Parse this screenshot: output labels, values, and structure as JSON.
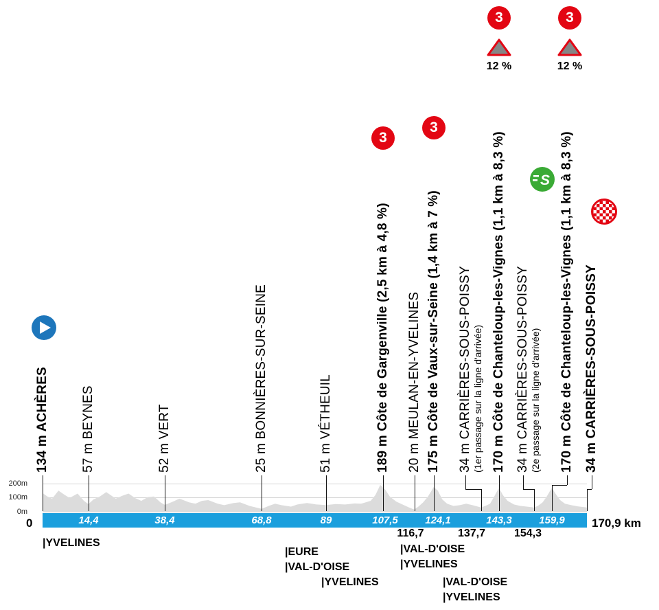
{
  "colors": {
    "bar_blue": "#1b9fdd",
    "badge_red": "#e30613",
    "sprint_green": "#3aaa35",
    "start_blue": "#1d76bb",
    "profile_gray": "#dcdcdc"
  },
  "axis": {
    "y_tick_labels": [
      "200m",
      "100m",
      "0m"
    ],
    "start_label": "0",
    "total_distance_label": "170,9 km"
  },
  "icons": {
    "start": "play-circle-icon",
    "sprint": "sprint-s-icon",
    "finish": "checkered-circle-icon",
    "climb_warning": "steep-gradient-triangle-icon",
    "category_badge": "category-3-badge"
  },
  "regions": [
    "|YVELINES",
    "|EURE",
    "|VAL-D'OISE",
    "|YVELINES",
    "|VAL-D'OISE",
    "|YVELINES",
    "|VAL-D'OISE",
    "|YVELINES"
  ],
  "chart_data": {
    "type": "area",
    "xlabel": "km",
    "ylabel": "m",
    "xlim": [
      0,
      170.9
    ],
    "ylim": [
      0,
      200
    ],
    "grid": "horizontal-light",
    "bar_distance_labels": [
      "14,4",
      "38,4",
      "68,8",
      "89",
      "107,5",
      "124,1",
      "143,3",
      "159,9"
    ],
    "below_distance_labels": [
      "116,7",
      "137,7",
      "154,3"
    ],
    "waypoints": [
      {
        "km": 0,
        "altitude_m": 134,
        "type": "start",
        "label": "134 m ACHÈRES"
      },
      {
        "km": 14.4,
        "altitude_m": 57,
        "type": "town",
        "label": "57 m BEYNES"
      },
      {
        "km": 38.4,
        "altitude_m": 52,
        "type": "town",
        "label": "52 m VERT"
      },
      {
        "km": 68.8,
        "altitude_m": 25,
        "type": "town",
        "label": "25 m BONNIÈRES-SUR-SEINE"
      },
      {
        "km": 89,
        "altitude_m": 51,
        "type": "town",
        "label": "51 m VÉTHEUIL"
      },
      {
        "km": 107.5,
        "altitude_m": 189,
        "type": "climb-cat3",
        "category": "3",
        "label": "189 m Côte de Gargenville (2,5 km à 4,8 %)"
      },
      {
        "km": 116.7,
        "altitude_m": 20,
        "type": "town",
        "label": "20 m MEULAN-EN-YVELINES"
      },
      {
        "km": 124.1,
        "altitude_m": 175,
        "type": "climb-cat3",
        "category": "3",
        "label": "175 m Côte de Vaux-sur-Seine (1,4 km à 7 %)"
      },
      {
        "km": 137.7,
        "altitude_m": 34,
        "type": "passage",
        "label": "34 m CARRIÈRES-SOUS-POISSY",
        "sub": "(1er passage sur la ligne d'arrivée)"
      },
      {
        "km": 143.3,
        "altitude_m": 170,
        "type": "climb-cat3",
        "category": "3",
        "gradient": "12 %",
        "label": "170 m Côte de Chanteloup-les-Vignes (1,1 km à 8,3 %)"
      },
      {
        "km": 154.3,
        "altitude_m": 34,
        "type": "passage",
        "label": "34 m CARRIÈRES-SOUS-POISSY",
        "sub": "(2e passage sur la ligne d'arrivée)"
      },
      {
        "km": 159.9,
        "altitude_m": 170,
        "type": "climb-cat3",
        "category": "3",
        "gradient": "12 %",
        "label": "170 m Côte de Chanteloup-les-Vignes (1,1 km à 8,3 %)"
      },
      {
        "km": 170.9,
        "altitude_m": 34,
        "type": "finish",
        "label": "34 m CARRIÈRES-SOUS-POISSY"
      }
    ],
    "profile_km_elevation": [
      [
        0,
        134
      ],
      [
        1.5,
        110
      ],
      [
        3,
        95
      ],
      [
        5,
        150
      ],
      [
        7,
        120
      ],
      [
        8.5,
        100
      ],
      [
        11,
        130
      ],
      [
        13,
        80
      ],
      [
        14.4,
        57
      ],
      [
        16,
        90
      ],
      [
        18,
        110
      ],
      [
        20,
        140
      ],
      [
        23,
        95
      ],
      [
        25,
        115
      ],
      [
        27,
        130
      ],
      [
        29,
        100
      ],
      [
        31,
        80
      ],
      [
        33,
        105
      ],
      [
        35,
        110
      ],
      [
        37,
        70
      ],
      [
        38.4,
        52
      ],
      [
        41,
        75
      ],
      [
        43,
        95
      ],
      [
        46,
        70
      ],
      [
        48,
        60
      ],
      [
        50,
        80
      ],
      [
        52,
        85
      ],
      [
        55,
        60
      ],
      [
        57,
        50
      ],
      [
        60,
        65
      ],
      [
        62,
        70
      ],
      [
        65,
        45
      ],
      [
        68.8,
        25
      ],
      [
        71,
        45
      ],
      [
        73,
        60
      ],
      [
        75,
        50
      ],
      [
        78,
        40
      ],
      [
        80,
        55
      ],
      [
        83,
        65
      ],
      [
        86,
        55
      ],
      [
        89,
        51
      ],
      [
        92,
        58
      ],
      [
        95,
        55
      ],
      [
        98,
        62
      ],
      [
        100,
        60
      ],
      [
        103,
        80
      ],
      [
        104.5,
        120
      ],
      [
        106,
        189
      ],
      [
        107.5,
        160
      ],
      [
        109,
        110
      ],
      [
        111,
        75
      ],
      [
        113,
        55
      ],
      [
        115,
        35
      ],
      [
        116.7,
        20
      ],
      [
        118,
        40
      ],
      [
        119.5,
        70
      ],
      [
        121,
        110
      ],
      [
        122.8,
        175
      ],
      [
        124.1,
        150
      ],
      [
        125.5,
        90
      ],
      [
        127,
        60
      ],
      [
        129,
        45
      ],
      [
        131,
        50
      ],
      [
        133,
        60
      ],
      [
        135,
        50
      ],
      [
        137.7,
        34
      ],
      [
        139,
        45
      ],
      [
        140.5,
        60
      ],
      [
        141.8,
        110
      ],
      [
        143.3,
        170
      ],
      [
        144.5,
        120
      ],
      [
        146,
        80
      ],
      [
        148,
        55
      ],
      [
        150,
        45
      ],
      [
        152,
        40
      ],
      [
        154.3,
        34
      ],
      [
        155.5,
        45
      ],
      [
        157,
        70
      ],
      [
        158.3,
        110
      ],
      [
        159.9,
        170
      ],
      [
        161,
        130
      ],
      [
        162.5,
        85
      ],
      [
        164,
        60
      ],
      [
        166,
        50
      ],
      [
        168,
        42
      ],
      [
        170.9,
        34
      ]
    ]
  }
}
